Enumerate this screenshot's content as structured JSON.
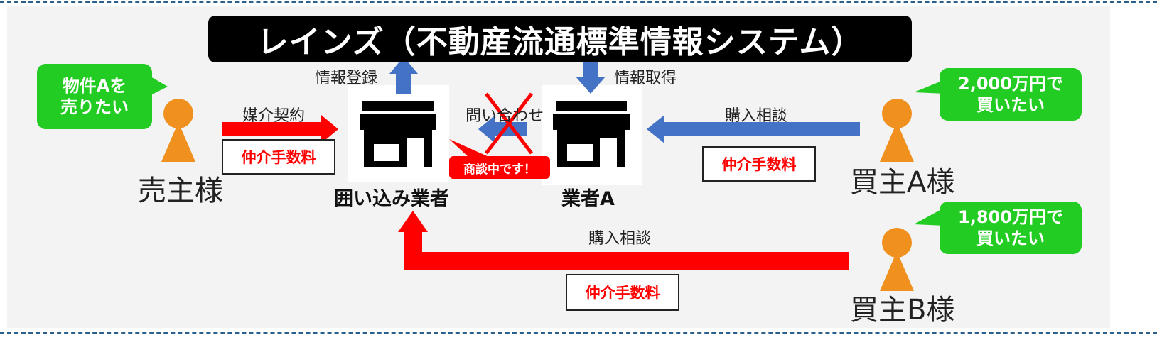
{
  "title": "レインズ（不動産流通標準情報システム）",
  "actors": {
    "seller": "売主様",
    "buyer_a": "買主A様",
    "buyer_b": "買主B様"
  },
  "agents": {
    "enclosing": "囲い込み業者",
    "agent_a": "業者A"
  },
  "arrow_labels": {
    "brokerage_contract": "媒介契約",
    "info_registration": "情報登録",
    "info_acquisition": "情報取得",
    "inquiry": "問い合わせ",
    "purchase_consult_a": "購入相談",
    "purchase_consult_b": "購入相談"
  },
  "fees": {
    "seller_fee": "仲介手数料",
    "buyer_a_fee": "仲介手数料",
    "buyer_b_fee": "仲介手数料"
  },
  "bubbles": {
    "seller_line1": "物件Aを",
    "seller_line2": "売りたい",
    "buyer_a_line1": "2,000万円で",
    "buyer_a_line2": "買いたい",
    "buyer_b_line1": "1,800万円で",
    "buyer_b_line2": "買いたい"
  },
  "status_badge": "商談中です！",
  "colors": {
    "red_arrow": "#ff0000",
    "blue_arrow": "#4472c4",
    "person": "#f0901e",
    "bubble": "#22cc22",
    "banner": "#000000"
  }
}
